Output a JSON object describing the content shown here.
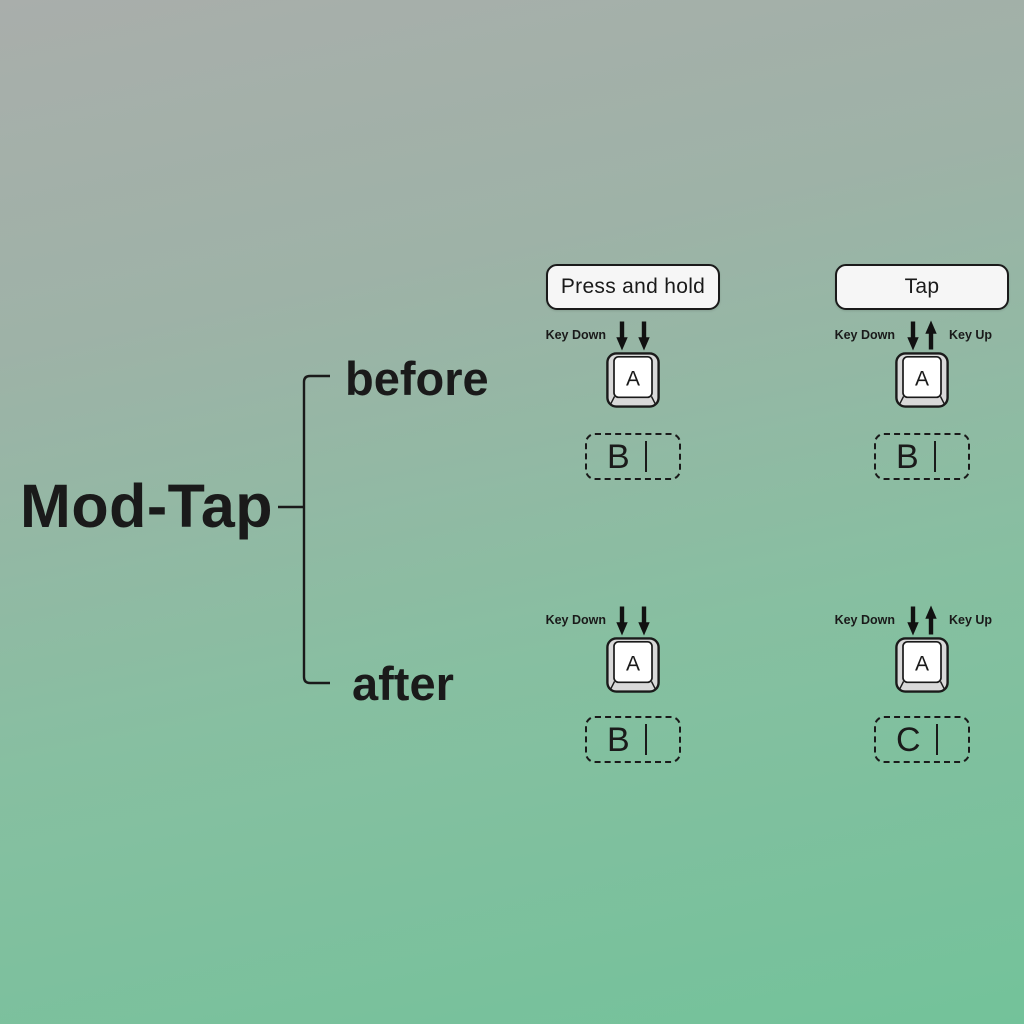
{
  "diagram": {
    "title": "Mod-Tap",
    "branches": [
      "before",
      "after"
    ],
    "actions": [
      "Press and hold",
      "Tap"
    ],
    "labels": {
      "key_down": "Key Down",
      "key_up": "Key Up"
    },
    "cells": [
      {
        "branch": "before",
        "action": "Press and hold",
        "key": "A",
        "output": "B"
      },
      {
        "branch": "before",
        "action": "Tap",
        "key": "A",
        "output": "B"
      },
      {
        "branch": "after",
        "action": "Press and hold",
        "key": "A",
        "output": "B"
      },
      {
        "branch": "after",
        "action": "Tap",
        "key": "A",
        "output": "C"
      }
    ],
    "colors": {
      "background_top": "#a9aeab",
      "background_bottom": "#73c29a",
      "ink": "#1a1a1a",
      "button_bg": "#f6f6f6",
      "keycap_body": "#d9d9d9",
      "keycap_face": "#ffffff"
    }
  }
}
